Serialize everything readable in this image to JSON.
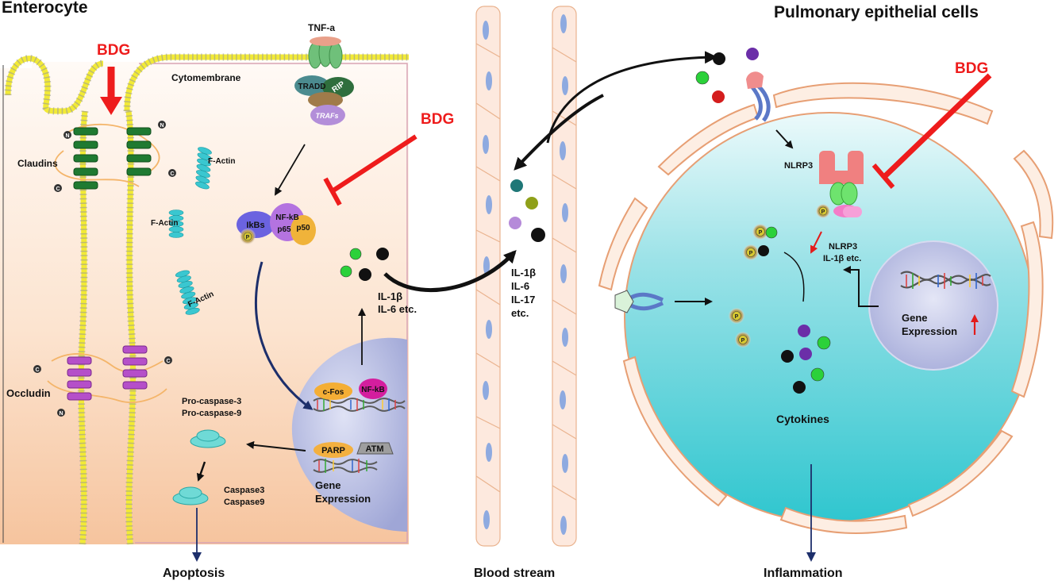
{
  "titles": {
    "left": "Enterocyte",
    "right": "Pulmonary epithelial cells"
  },
  "bottom_labels": {
    "apoptosis": "Apoptosis",
    "blood_stream": "Blood stream",
    "inflammation": "Inflammation"
  },
  "enterocyte": {
    "bdg_top": "BDG",
    "bdg_mid": "BDG",
    "tnf": "TNF-a",
    "tradd": "TRADD",
    "rip": "RIP",
    "trafs": "TRAFs",
    "cytomembrane": "Cytomembrane",
    "claudins": "Claudins",
    "occludin": "Occludin",
    "f_actin_1": "F-Actin",
    "f_actin_2": "F-Actin",
    "f_actin_3": "F-Actin",
    "ikbs": "IkBs",
    "nfkb_p65": "NF-kB",
    "p65": "p65",
    "p50": "p50",
    "il_line1": "IL-1β",
    "il_line2": "IL-6 etc.",
    "cfos": "c-Fos",
    "nfkb_dna": "NF-kB",
    "parp": "PARP",
    "atm": "ATM",
    "gene_expr_line1": "Gene",
    "gene_expr_line2": "Expression",
    "procaspase_line1": "Pro-caspase-3",
    "procaspase_line2": "Pro-caspase-9",
    "caspase_line1": "Caspase3",
    "caspase_line2": "Caspase9",
    "n_marker": "N",
    "c_marker": "C",
    "p_marker": "P"
  },
  "blood": {
    "line1": "IL-1β",
    "line2": "IL-6",
    "line3": "IL-17",
    "line4": "etc."
  },
  "pulmonary": {
    "bdg": "BDG",
    "nlrp3": "NLRP3",
    "nlrp3_line1": "NLRP3",
    "nlrp3_line2": "IL-1β etc.",
    "gene_line1": "Gene",
    "gene_line2": "Expression",
    "cytokines": "Cytokines"
  },
  "colors": {
    "bdg_red": "#ee1c1c",
    "membrane_yellow": "#f2ee3a",
    "enterocyte_fill_top": "#fffaf5",
    "enterocyte_fill_bottom": "#f7c9a4",
    "pulmonary_cell": "#33c9d1",
    "nucleus": "#a9aedc",
    "claudin_green": "#1e7b32",
    "occludin_purple": "#b24bc6",
    "factin_cyan": "#3ac7d0",
    "vessel_outline": "#eab38f",
    "vessel_nucleus": "#8eaae0",
    "arrow_navy": "#1d2f6b"
  },
  "icons": [
    "tnf-receptor-icon",
    "nfkb-complex-icon",
    "dna-helix-icon",
    "caspase-icon",
    "nlrp3-inflammasome-icon",
    "membrane-receptor-icon",
    "cytokine-particle-icon"
  ]
}
